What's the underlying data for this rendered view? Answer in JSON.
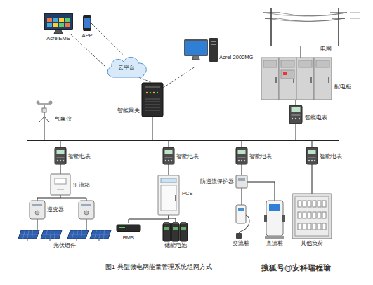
{
  "diagram": {
    "caption": "图1 典型微电网能量管理系统组网方式",
    "nodes": [
      {
        "text": [
          "AcrelEMS"
        ]
      },
      {
        "text": [
          "APP"
        ]
      },
      {
        "text": [
          "云平台"
        ]
      },
      {
        "text": [
          "Acrel-2000MG"
        ]
      },
      {
        "text": [
          "电网"
        ]
      },
      {
        "text": [
          "智能网关"
        ]
      },
      {
        "text": [
          "配电柜"
        ]
      },
      {
        "text": [
          "气象仪"
        ]
      },
      {
        "text": [
          "智能电表"
        ]
      },
      {
        "text": [
          "智能电表"
        ]
      },
      {
        "text": [
          "智能电表"
        ]
      },
      {
        "text": [
          "智能电表"
        ]
      },
      {
        "text": [
          "智能电表"
        ]
      },
      {
        "text": [
          "汇流箱"
        ]
      },
      {
        "text": [
          "PCS"
        ]
      },
      {
        "text": [
          "防逆流保护器"
        ]
      },
      {
        "text": [
          "逆变器"
        ]
      },
      {
        "text": [
          "BMS"
        ]
      },
      {
        "text": [
          "储能电池"
        ]
      },
      {
        "text": [
          "交流桩"
        ]
      },
      {
        "text": [
          "直流桩"
        ]
      },
      {
        "text": [
          "其他负荷"
        ]
      },
      {
        "text": [
          "光伏组件"
        ]
      }
    ],
    "edges": [
      {
        "from": 0,
        "to": 2,
        "arrow": "none"
      },
      {
        "from": 1,
        "to": 2,
        "arrow": "none"
      },
      {
        "from": 2,
        "to": 5,
        "arrow": "none"
      },
      {
        "from": 3,
        "to": 5,
        "arrow": "none"
      },
      {
        "from": 4,
        "to": 6,
        "arrow": "none"
      },
      {
        "from": 6,
        "to": 8,
        "arrow": "none"
      },
      {
        "from": 9,
        "to": 13,
        "arrow": "none"
      },
      {
        "from": 13,
        "to": 16,
        "arrow": "none"
      },
      {
        "from": 16,
        "to": 22,
        "arrow": "none"
      },
      {
        "from": 10,
        "to": 14,
        "arrow": "none"
      },
      {
        "from": 14,
        "to": 17,
        "arrow": "none"
      },
      {
        "from": 14,
        "to": 18,
        "arrow": "none"
      },
      {
        "from": 11,
        "to": 15,
        "arrow": "none"
      },
      {
        "from": 15,
        "to": 19,
        "arrow": "none"
      },
      {
        "from": 15,
        "to": 20,
        "arrow": "none"
      },
      {
        "from": 12,
        "to": 21,
        "arrow": "none"
      }
    ],
    "labels": [
      "搜狐号@安科瑞程瑜"
    ]
  }
}
